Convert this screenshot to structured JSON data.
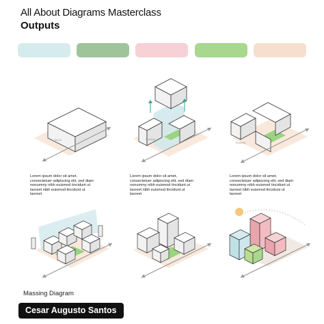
{
  "header": {
    "title": "All About Diagrams Masterclass",
    "subtitle": "Outputs"
  },
  "palette": [
    "#d6ebee",
    "#9fc49a",
    "#f6d2d6",
    "#a8d88d",
    "#f7dfcf"
  ],
  "accent_colors": {
    "blue": "#7fc3d6",
    "green": "#9ad47f",
    "pink": "#e8a5ac",
    "peach": "#f6d4bd",
    "sun": "#f4c77a"
  },
  "diagrams": [
    {
      "block_label": "Block",
      "caption": "Lorem ipsum dolor sit amet, consectetuer adipiscing elit, sed diam nonummy nibh euismod tincidunt ut laoreet nibh euismod tincidunt ut laoreet"
    },
    {
      "block_label": "Building",
      "caption": "Lorem ipsum dolor sit amet, consectetuer adipiscing elit, sed diam nonummy nibh euismod tincidunt ut laoreet nibh euismod tincidunt ut laoreet"
    },
    {
      "block_label": "Building",
      "caption": "Lorem ipsum dolor sit amet, consectetuer adipiscing elit, sed diam nonummy nibh euismod tincidunt ut laoreet nibh euismod tincidunt ut laoreet"
    }
  ],
  "footer": {
    "label": "Massing Diagram",
    "author": "Cesar Augusto Santos"
  }
}
